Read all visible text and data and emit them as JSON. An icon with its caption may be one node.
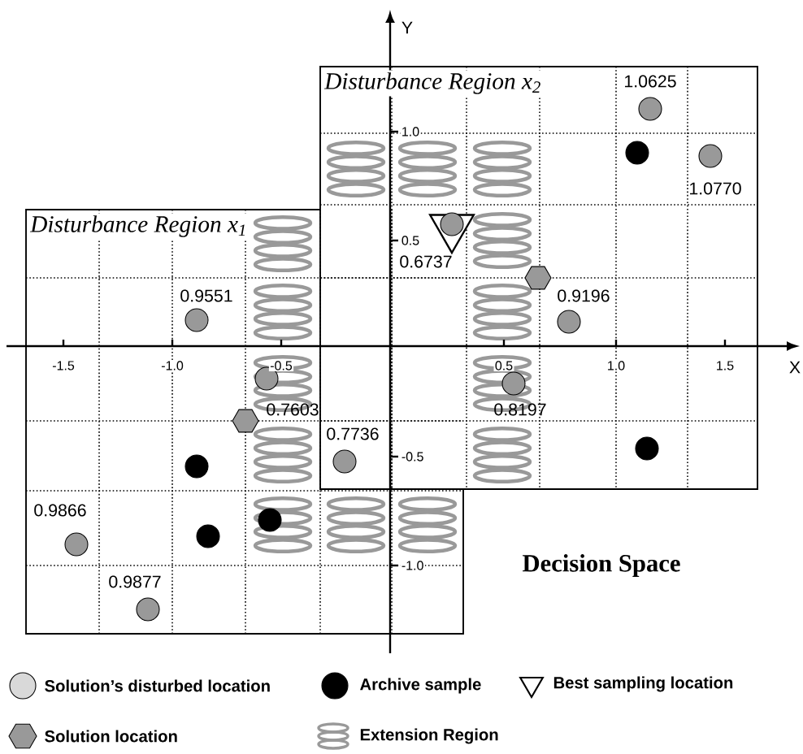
{
  "diagram": {
    "nodes": [
      {
        "text": [
          "Disturbance Region x$_{2}$"
        ]
      },
      {
        "text": [
          "Disturbance Region x$_{1}$"
        ]
      },
      {
        "text": [],
        "shape": "circle",
        "in": 0,
        "beside": [
          "1.0625"
        ]
      },
      {
        "text": [],
        "shape": "dot",
        "in": 0
      },
      {
        "text": [],
        "shape": "circle",
        "in": 0,
        "beside": [
          "1.0770"
        ]
      },
      {
        "text": [],
        "shape": "triangle",
        "in": 0,
        "beside": [
          "0.6737"
        ]
      },
      {
        "text": [],
        "shape": "circle"
      },
      {
        "text": [],
        "shape": "hexagon",
        "in": 0
      },
      {
        "text": [],
        "shape": "circle",
        "in": 1,
        "beside": [
          "0.9551"
        ]
      },
      {
        "text": [],
        "shape": "circle",
        "in": 0,
        "beside": [
          "0.9196"
        ]
      },
      {
        "text": [],
        "shape": "circle",
        "in": 0,
        "beside": [
          "0.8197"
        ]
      },
      {
        "text": [],
        "shape": "circle",
        "in": 1,
        "beside": [
          "0.7603"
        ]
      },
      {
        "text": [],
        "shape": "hexagon",
        "in": 1
      },
      {
        "text": [],
        "shape": "dot",
        "in": 0
      },
      {
        "text": [],
        "shape": "circle",
        "beside": [
          "0.7736"
        ]
      },
      {
        "text": [],
        "shape": "dot",
        "in": 1
      },
      {
        "text": [],
        "shape": "dot",
        "in": 1
      },
      {
        "text": [],
        "shape": "dot",
        "in": 1
      },
      {
        "text": [],
        "shape": "circle",
        "in": 1,
        "beside": [
          "0.9866"
        ]
      },
      {
        "text": [],
        "shape": "circle",
        "in": 1,
        "beside": [
          "0.9877"
        ]
      }
    ],
    "labels": [
      "Y",
      "1.0",
      "0.5",
      "-1.5",
      "-1.0",
      "-0.5",
      "0.5",
      "1.0",
      "1.5",
      "X",
      "-0.5",
      "-1.0",
      "Decision Space"
    ],
    "legend": [
      {
        "text": "Solution’s disturbed location"
      },
      {
        "text": "Archive sample"
      },
      {
        "text": "Best sampling location"
      },
      {
        "text": "Solution location"
      },
      {
        "text": "Extension Region"
      }
    ]
  }
}
